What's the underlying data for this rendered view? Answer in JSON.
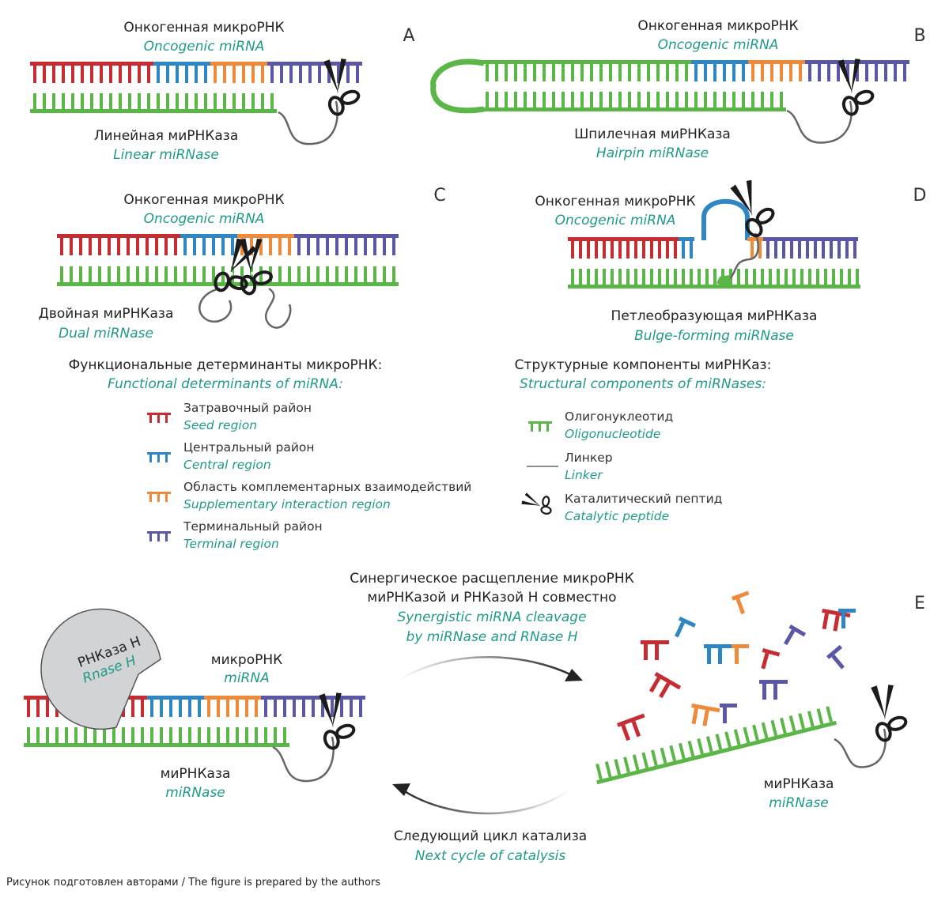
{
  "colors": {
    "seed": "#c62d32",
    "central": "#2f86c4",
    "supplementary": "#ef8a3a",
    "terminal": "#5a57a6",
    "oligo": "#5ab646",
    "linker": "#666666",
    "accent_text": "#1f9a8a"
  },
  "panels": {
    "A": {
      "letter": "A",
      "top_ru": "Онкогенная микроРНК",
      "top_en": "Oncogenic miRNA",
      "bottom_ru": "Линейная миРНКаза",
      "bottom_en": "Linear miRNase"
    },
    "B": {
      "letter": "B",
      "top_ru": "Онкогенная микроРНК",
      "top_en": "Oncogenic miRNA",
      "bottom_ru": "Шпилечная миРНКаза",
      "bottom_en": "Hairpin miRNase"
    },
    "C": {
      "letter": "C",
      "top_ru": "Онкогенная микроРНК",
      "top_en": "Oncogenic miRNA",
      "bottom_ru": "Двойная миРНКаза",
      "bottom_en": "Dual miRNase"
    },
    "D": {
      "letter": "D",
      "top_ru": "Онкогенная микроРНК",
      "top_en": "Oncogenic miRNA",
      "bottom_ru": "Петлеобразующая миРНКаза",
      "bottom_en": "Bulge-forming miRNase"
    },
    "E": {
      "letter": "E",
      "rnase_ru": "РНКаза Н",
      "rnase_en": "Rnase H",
      "mirna_ru": "микроРНК",
      "mirna_en": "miRNA",
      "mirnase_left_ru": "миРНКаза",
      "mirnase_left_en": "miRNase",
      "synergy_ru_1": "Синергическое расщепление микроРНК",
      "synergy_ru_2": "миРНКазой и РНКазой Н совместно",
      "synergy_en_1": "Synergistic miRNA cleavage",
      "synergy_en_2": "by miRNase and RNase H",
      "mirnase_right_ru": "миРНКаза",
      "mirnase_right_en": "miRNase",
      "next_ru": "Следующий цикл катализа",
      "next_en": "Next cycle of catalysis"
    }
  },
  "legend_left": {
    "title_ru": "Функциональные детерминанты микроРНК:",
    "title_en": "Functional determinants of miRNA:",
    "items": [
      {
        "ru": "Затравочный район",
        "en": "Seed region",
        "color": "#c62d32"
      },
      {
        "ru": "Центральный район",
        "en": "Central region",
        "color": "#2f86c4"
      },
      {
        "ru": "Область комплементарных взаимодействий",
        "en": "Supplementary interaction region",
        "color": "#ef8a3a"
      },
      {
        "ru": "Терминальный район",
        "en": "Terminal region",
        "color": "#5a57a6"
      }
    ]
  },
  "legend_right": {
    "title_ru": "Структурные компоненты миРНКаз:",
    "title_en": "Structural components of miRNases:",
    "items": [
      {
        "ru": "Олигонуклеотид",
        "en": "Oligonucleotide",
        "icon": "oligo-icon"
      },
      {
        "ru": "Линкер",
        "en": "Linker",
        "icon": "linker-icon"
      },
      {
        "ru": "Каталитический пептид",
        "en": "Catalytic peptide",
        "icon": "scissors-icon"
      }
    ]
  },
  "credit": "Рисунок подготовлен авторами / The figure is prepared by the authors"
}
